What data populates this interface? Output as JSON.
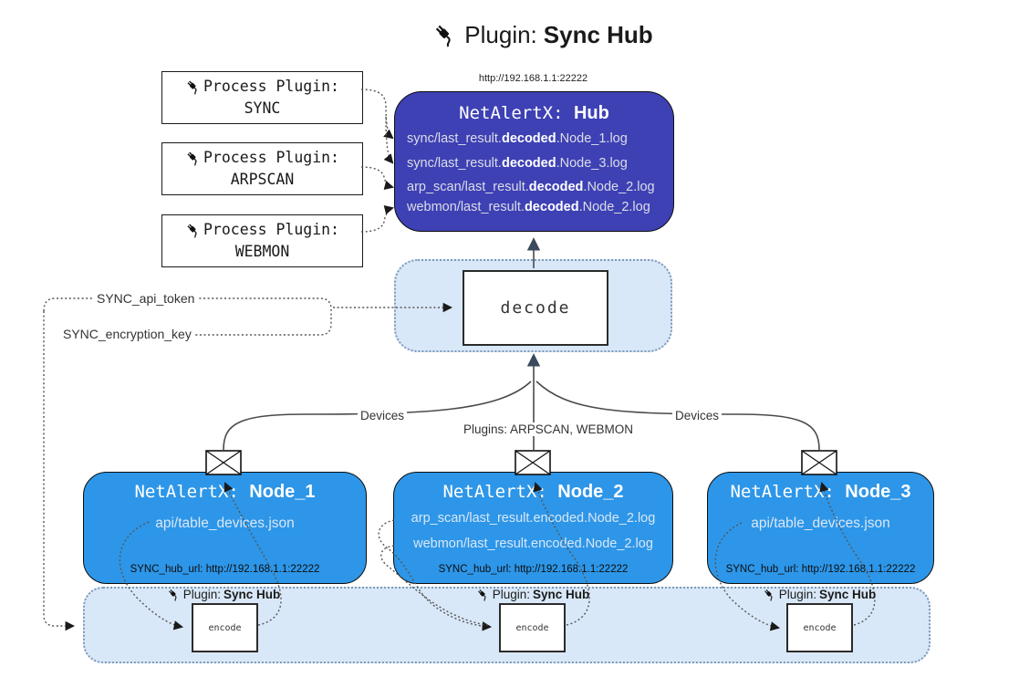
{
  "title": {
    "prefix": "Plugin:",
    "name": "Sync Hub"
  },
  "process_plugins": {
    "label": "Process Plugin:",
    "items": [
      "SYNC",
      "ARPSCAN",
      "WEBMON"
    ]
  },
  "hub": {
    "url": "http://192.168.1.1:22222",
    "title_prefix": "NetAlertX:",
    "title_name": "Hub",
    "logs": [
      {
        "pre": "sync/last_result.",
        "bold": "decoded",
        "post": ".Node_1.log"
      },
      {
        "pre": "sync/last_result.",
        "bold": "decoded",
        "post": ".Node_3.log"
      },
      {
        "pre": "arp_scan/last_result.",
        "bold": "decoded",
        "post": ".Node_2.log"
      },
      {
        "pre": "webmon/last_result.",
        "bold": "decoded",
        "post": ".Node_2.log"
      }
    ]
  },
  "config": {
    "api_token": "SYNC_api_token",
    "encryption_key": "SYNC_encryption_key"
  },
  "decode": {
    "label": "decode"
  },
  "edges": {
    "devices_left": "Devices",
    "devices_right": "Devices",
    "plugins_mid": "Plugins: ARPSCAN, WEBMON"
  },
  "nodes": [
    {
      "title_prefix": "NetAlertX:",
      "title_name": "Node_1",
      "files": [
        "api/table_devices.json"
      ],
      "hub_url": "SYNC_hub_url: http://192.168.1.1:22222"
    },
    {
      "title_prefix": "NetAlertX:",
      "title_name": "Node_2",
      "files": [
        "arp_scan/last_result.encoded.Node_2.log",
        "webmon/last_result.encoded.Node_2.log"
      ],
      "hub_url": "SYNC_hub_url: http://192.168.1.1:22222"
    },
    {
      "title_prefix": "NetAlertX:",
      "title_name": "Node_3",
      "files": [
        "api/table_devices.json"
      ],
      "hub_url": "SYNC_hub_url: http://192.168.1.1:22222"
    }
  ],
  "encode": {
    "plugin_prefix": "Plugin:",
    "plugin_name": "Sync Hub",
    "label": "encode"
  },
  "colors": {
    "hub_fill": "#3e41b4",
    "node_fill": "#2d96e8",
    "band_fill": "#d9e8f8",
    "band_border": "#7e99b8",
    "arrow_dark": "#3a4a5c",
    "line": "#4a4a4a"
  }
}
